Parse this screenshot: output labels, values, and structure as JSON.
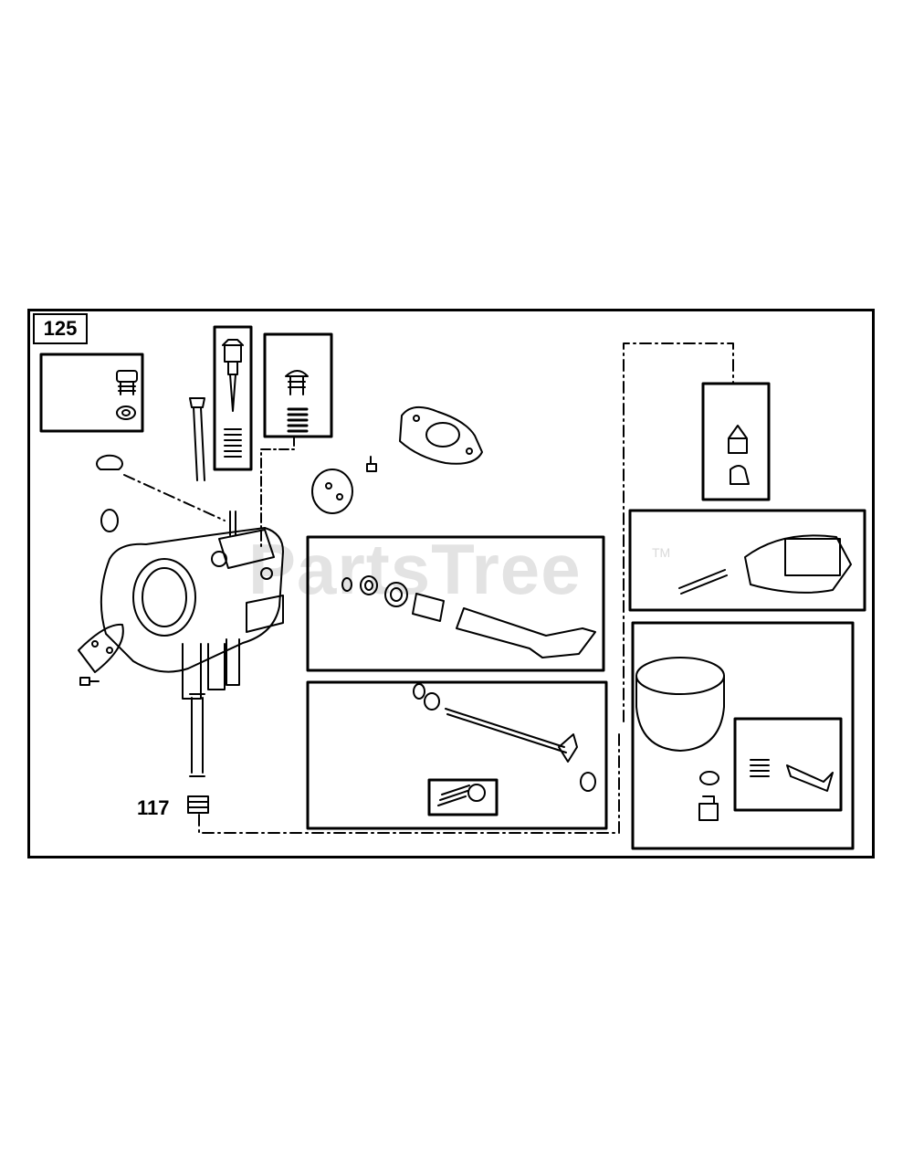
{
  "diagram": {
    "reference_number": "125",
    "callout_label": "117",
    "watermark": "PartsTree",
    "trademark": "TM"
  },
  "colors": {
    "line": "#000000",
    "watermark": "#e3e3e3",
    "background": "#ffffff"
  }
}
